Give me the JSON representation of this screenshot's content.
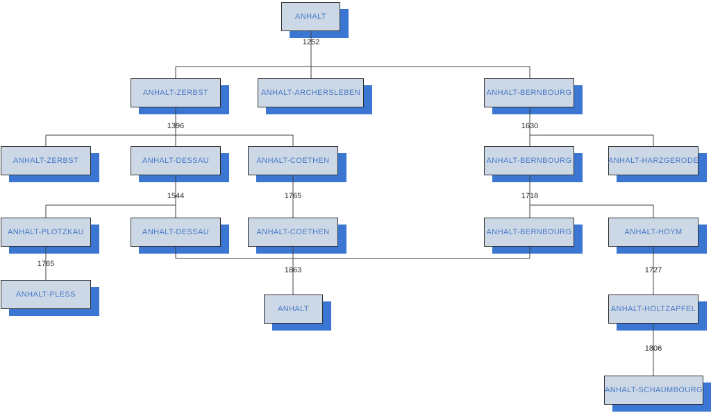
{
  "diagram": {
    "type": "family-tree",
    "colors": {
      "background": "#ffffff",
      "node_fill": "#ccd8e5",
      "node_border": "#2d2d2d",
      "node_text": "#4678c8",
      "node_shadow": "#3a76d2",
      "connector_line": "#3f3f3f",
      "year_text": "#262626"
    },
    "nodes": [
      {
        "id": "anhalt-root",
        "label": "ANHALT"
      },
      {
        "id": "anhalt-zerbst-g2",
        "label": "ANHALT-ZERBST"
      },
      {
        "id": "anhalt-archersleben",
        "label": "ANHALT-ARCHERSLEBEN"
      },
      {
        "id": "anhalt-bernbourg-g2",
        "label": "ANHALT-BERNBOURG"
      },
      {
        "id": "anhalt-zerbst-g3",
        "label": "ANHALT-ZERBST"
      },
      {
        "id": "anhalt-dessau-g3",
        "label": "ANHALT-DESSAU"
      },
      {
        "id": "anhalt-coethen-g3",
        "label": "ANHALT-COETHEN"
      },
      {
        "id": "anhalt-bernbourg-g3",
        "label": "ANHALT-BERNBOURG"
      },
      {
        "id": "anhalt-harzgerode",
        "label": "ANHALT-HARZGERODE"
      },
      {
        "id": "anhalt-plotzkau",
        "label": "ANHALT-PLOTZKAU"
      },
      {
        "id": "anhalt-dessau-g4",
        "label": "ANHALT-DESSAU"
      },
      {
        "id": "anhalt-coethen-g4",
        "label": "ANHALT-COETHEN"
      },
      {
        "id": "anhalt-bernbourg-g4",
        "label": "ANHALT-BERNBOURG"
      },
      {
        "id": "anhalt-hoym",
        "label": "ANHALT-HOYM"
      },
      {
        "id": "anhalt-pless",
        "label": "ANHALT-PLESS"
      },
      {
        "id": "anhalt-unified",
        "label": "ANHALT"
      },
      {
        "id": "anhalt-holtzapfel",
        "label": "ANHALT-HOLTZAPFEL"
      },
      {
        "id": "anhalt-schaumbourg",
        "label": "ANHALT-SCHAUMBOURG"
      }
    ],
    "transitions": [
      {
        "year": "1252",
        "from": [
          "ANHALT"
        ],
        "to": [
          "ANHALT-ZERBST",
          "ANHALT-ARCHERSLEBEN",
          "ANHALT-BERNBOURG"
        ]
      },
      {
        "year": "1396",
        "from": [
          "ANHALT-ZERBST"
        ],
        "to": [
          "ANHALT-ZERBST",
          "ANHALT-DESSAU",
          "ANHALT-COETHEN"
        ]
      },
      {
        "year": "1630",
        "from": [
          "ANHALT-BERNBOURG"
        ],
        "to": [
          "ANHALT-BERNBOURG",
          "ANHALT-HARZGERODE"
        ]
      },
      {
        "year": "1544",
        "from": [
          "ANHALT-DESSAU"
        ],
        "to": [
          "ANHALT-PLOTZKAU",
          "ANHALT-DESSAU"
        ]
      },
      {
        "year": "1765",
        "from": [
          "ANHALT-COETHEN"
        ],
        "to": [
          "ANHALT-COETHEN"
        ]
      },
      {
        "year": "1718",
        "from": [
          "ANHALT-BERNBOURG"
        ],
        "to": [
          "ANHALT-BERNBOURG",
          "ANHALT-HOYM"
        ]
      },
      {
        "year": "1765",
        "from": [
          "ANHALT-PLOTZKAU"
        ],
        "to": [
          "ANHALT-PLESS"
        ]
      },
      {
        "year": "1863",
        "from": [
          "ANHALT-DESSAU",
          "ANHALT-COETHEN",
          "ANHALT-BERNBOURG"
        ],
        "to": [
          "ANHALT"
        ]
      },
      {
        "year": "1727",
        "from": [
          "ANHALT-HOYM"
        ],
        "to": [
          "ANHALT-HOLTZAPFEL"
        ]
      },
      {
        "year": "1806",
        "from": [
          "ANHALT-HOLTZAPFEL"
        ],
        "to": [
          "ANHALT-SCHAUMBOURG"
        ]
      }
    ]
  }
}
